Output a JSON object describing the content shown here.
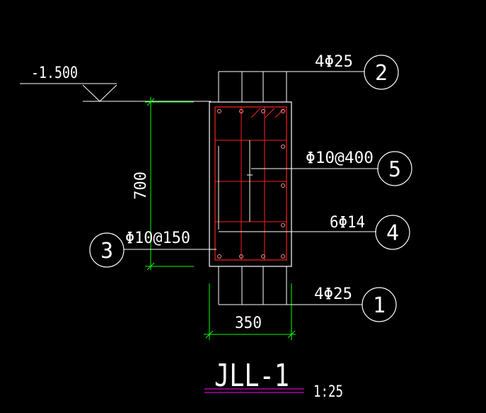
{
  "drawing": {
    "elevation": "-1.500",
    "height_dim": "700",
    "width_dim": "350",
    "title": "JLL-1",
    "scale": "1:25"
  },
  "callouts": [
    {
      "id": "2",
      "label": "4Φ25"
    },
    {
      "id": "5",
      "label": "Φ10@400"
    },
    {
      "id": "4",
      "label": "6Φ14"
    },
    {
      "id": "3",
      "label": "Φ10@150"
    },
    {
      "id": "1",
      "label": "4Φ25"
    }
  ],
  "colors": {
    "background": "#000000",
    "lines": "#ffffff",
    "rebar": "#ff2020",
    "dimension": "#00ff00",
    "underline": "#ff00ff"
  }
}
